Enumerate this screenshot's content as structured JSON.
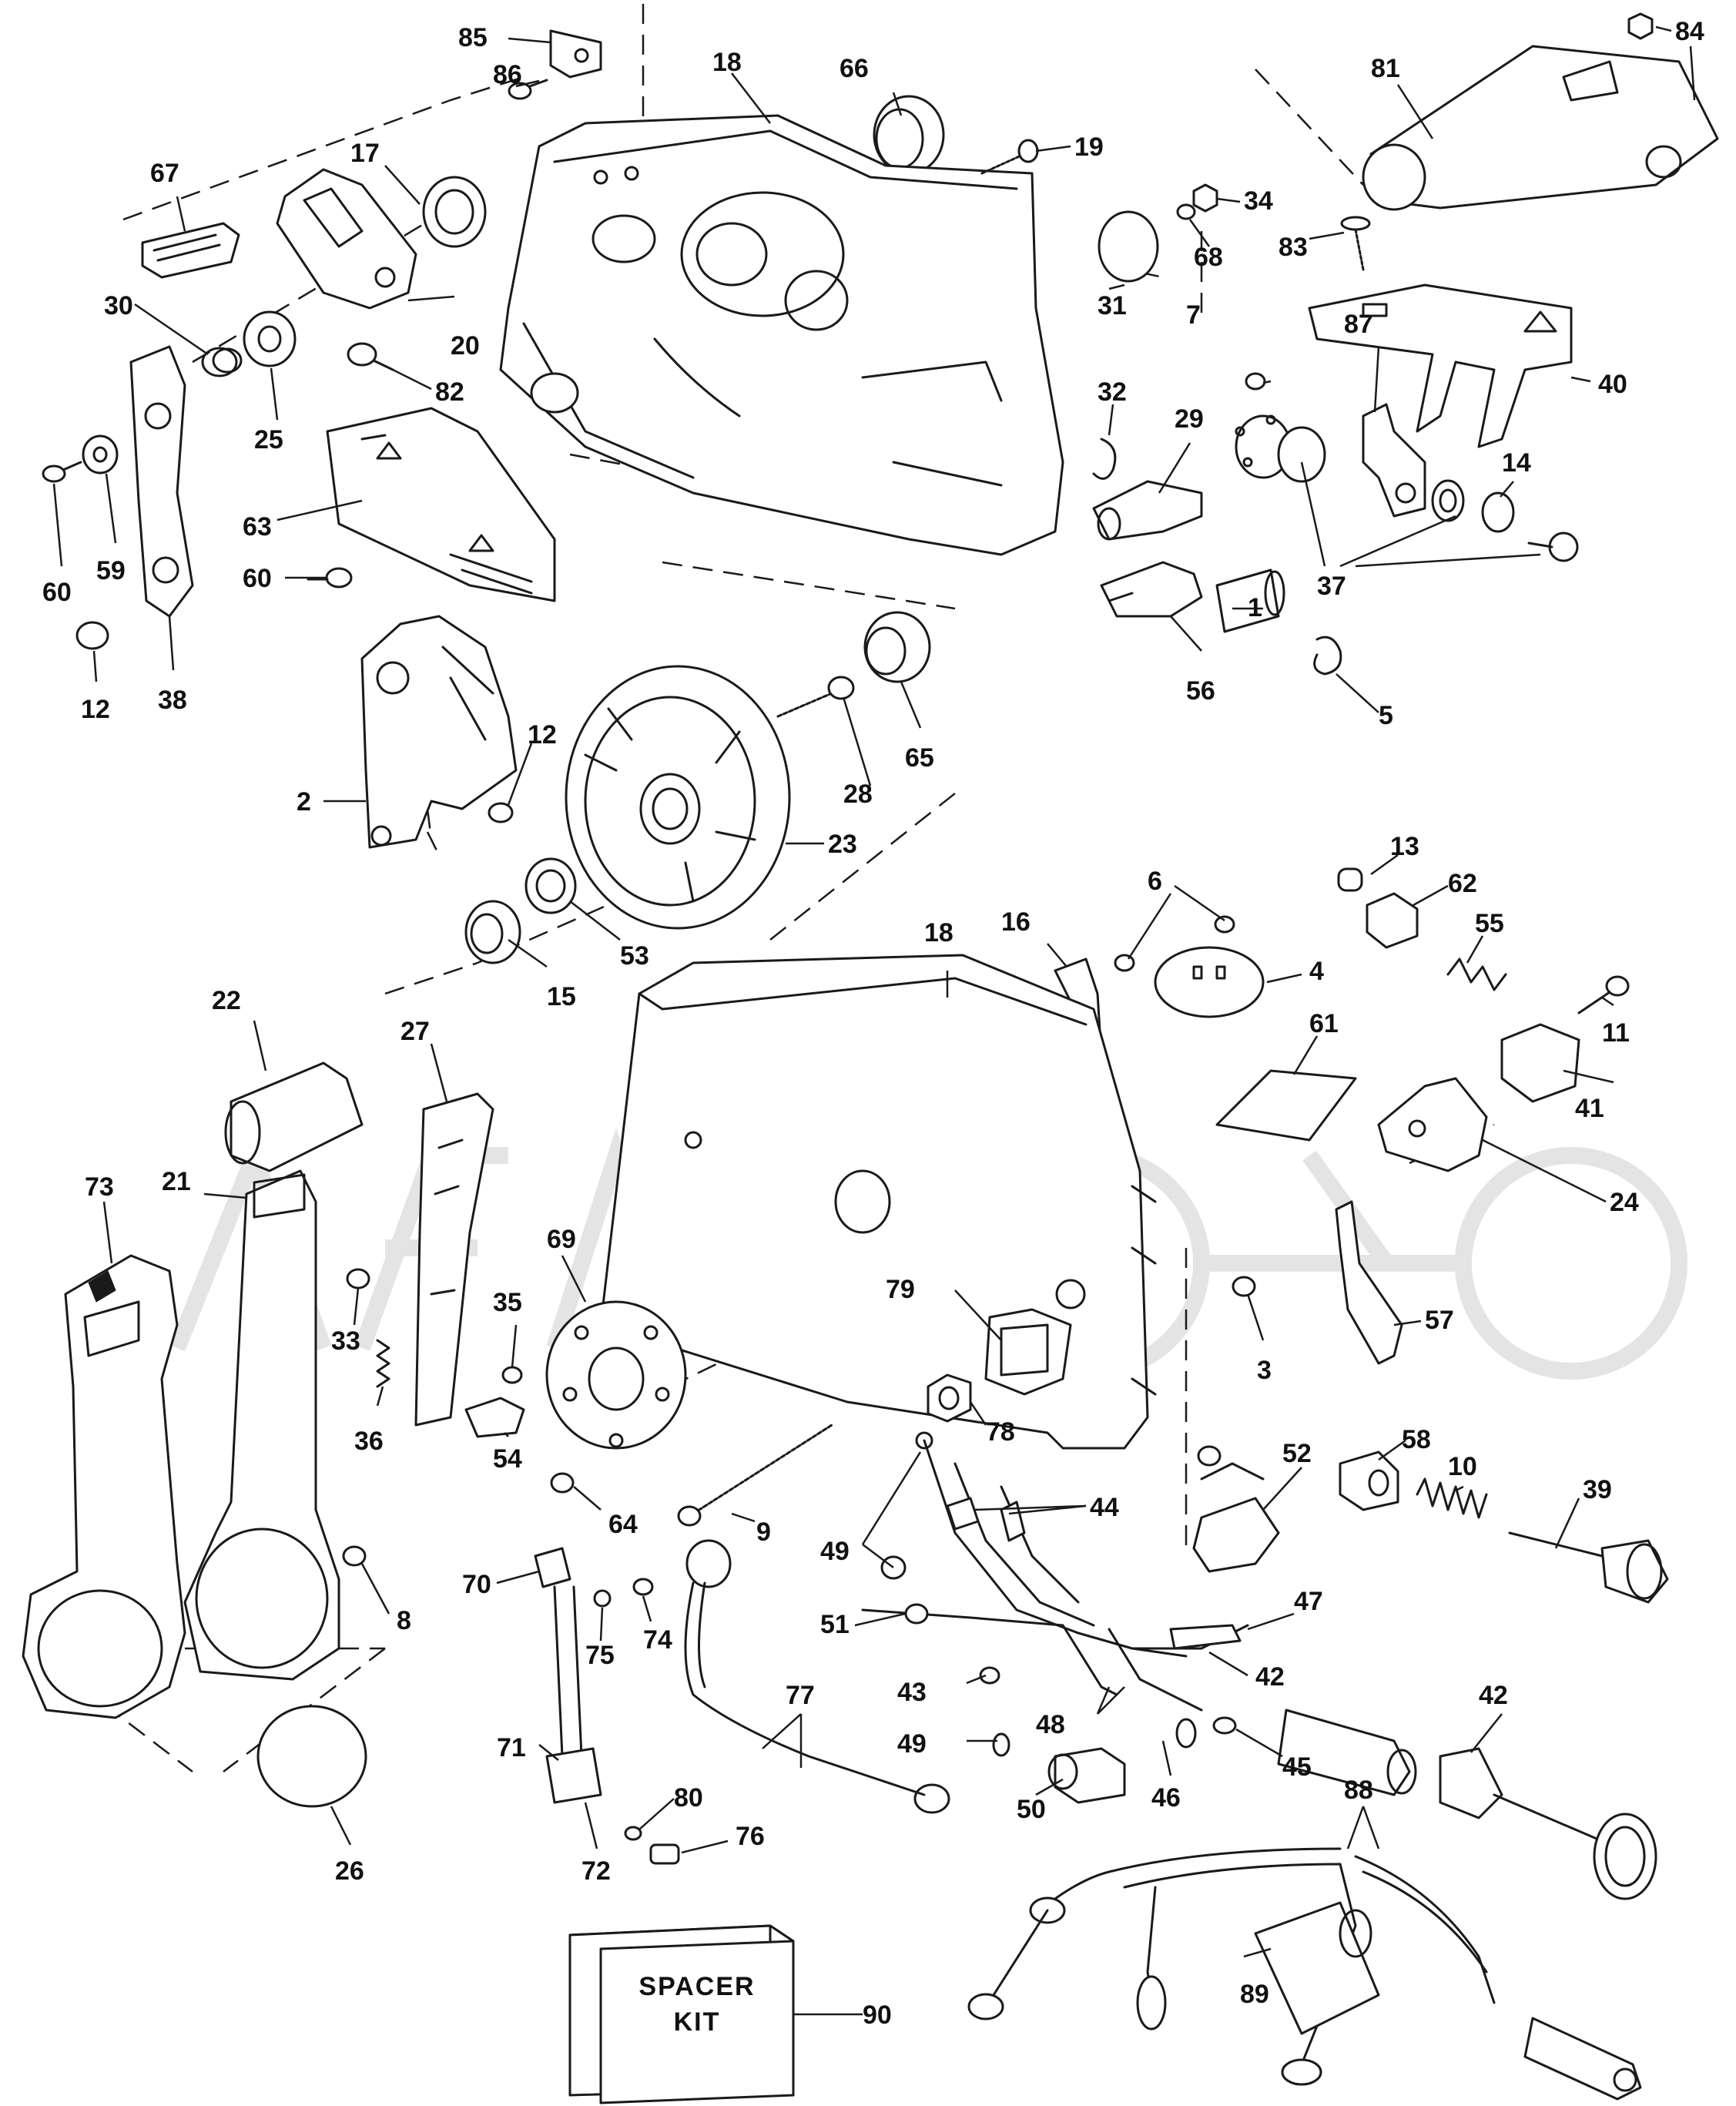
{
  "diagram": {
    "spacer_kit_line1": "SPACER",
    "spacer_kit_line2": "KIT",
    "callouts": [
      {
        "id": "c85",
        "text": "85"
      },
      {
        "id": "c86",
        "text": "86"
      },
      {
        "id": "c18a",
        "text": "18"
      },
      {
        "id": "c66",
        "text": "66"
      },
      {
        "id": "c19",
        "text": "19"
      },
      {
        "id": "c81",
        "text": "81"
      },
      {
        "id": "c84",
        "text": "84"
      },
      {
        "id": "c67",
        "text": "67"
      },
      {
        "id": "c17",
        "text": "17"
      },
      {
        "id": "c34",
        "text": "34"
      },
      {
        "id": "c68",
        "text": "68"
      },
      {
        "id": "c83",
        "text": "83"
      },
      {
        "id": "c30",
        "text": "30"
      },
      {
        "id": "c20",
        "text": "20"
      },
      {
        "id": "c31",
        "text": "31"
      },
      {
        "id": "c7",
        "text": "7"
      },
      {
        "id": "c87",
        "text": "87"
      },
      {
        "id": "c40",
        "text": "40"
      },
      {
        "id": "c25",
        "text": "25"
      },
      {
        "id": "c82",
        "text": "82"
      },
      {
        "id": "c32",
        "text": "32"
      },
      {
        "id": "c29",
        "text": "29"
      },
      {
        "id": "c14",
        "text": "14"
      },
      {
        "id": "c63",
        "text": "63"
      },
      {
        "id": "c59",
        "text": "59"
      },
      {
        "id": "c60a",
        "text": "60"
      },
      {
        "id": "c60b",
        "text": "60"
      },
      {
        "id": "c1",
        "text": "1"
      },
      {
        "id": "c37",
        "text": "37"
      },
      {
        "id": "c12a",
        "text": "12"
      },
      {
        "id": "c38",
        "text": "38"
      },
      {
        "id": "c56",
        "text": "56"
      },
      {
        "id": "c5",
        "text": "5"
      },
      {
        "id": "c65",
        "text": "65"
      },
      {
        "id": "c28",
        "text": "28"
      },
      {
        "id": "c12b",
        "text": "12"
      },
      {
        "id": "c2",
        "text": "2"
      },
      {
        "id": "c23",
        "text": "23"
      },
      {
        "id": "c13",
        "text": "13"
      },
      {
        "id": "c62",
        "text": "62"
      },
      {
        "id": "c6",
        "text": "6"
      },
      {
        "id": "c55",
        "text": "55"
      },
      {
        "id": "c53",
        "text": "53"
      },
      {
        "id": "c16",
        "text": "16"
      },
      {
        "id": "c4",
        "text": "4"
      },
      {
        "id": "c15",
        "text": "15"
      },
      {
        "id": "c18b",
        "text": "18"
      },
      {
        "id": "c22",
        "text": "22"
      },
      {
        "id": "c27",
        "text": "27"
      },
      {
        "id": "c61",
        "text": "61"
      },
      {
        "id": "c11",
        "text": "11"
      },
      {
        "id": "c41",
        "text": "41"
      },
      {
        "id": "c24",
        "text": "24"
      },
      {
        "id": "c73",
        "text": "73"
      },
      {
        "id": "c21",
        "text": "21"
      },
      {
        "id": "c69",
        "text": "69"
      },
      {
        "id": "c79",
        "text": "79"
      },
      {
        "id": "c33",
        "text": "33"
      },
      {
        "id": "c35",
        "text": "35"
      },
      {
        "id": "c3",
        "text": "3"
      },
      {
        "id": "c57",
        "text": "57"
      },
      {
        "id": "c36",
        "text": "36"
      },
      {
        "id": "c78",
        "text": "78"
      },
      {
        "id": "c54",
        "text": "54"
      },
      {
        "id": "c58",
        "text": "58"
      },
      {
        "id": "c52",
        "text": "52"
      },
      {
        "id": "c64",
        "text": "64"
      },
      {
        "id": "c10",
        "text": "10"
      },
      {
        "id": "c39",
        "text": "39"
      },
      {
        "id": "c9",
        "text": "9"
      },
      {
        "id": "c44",
        "text": "44"
      },
      {
        "id": "c49a",
        "text": "49"
      },
      {
        "id": "c8",
        "text": "8"
      },
      {
        "id": "c70",
        "text": "70"
      },
      {
        "id": "c47",
        "text": "47"
      },
      {
        "id": "c51",
        "text": "51"
      },
      {
        "id": "c74",
        "text": "74"
      },
      {
        "id": "c75",
        "text": "75"
      },
      {
        "id": "c42a",
        "text": "42"
      },
      {
        "id": "c43",
        "text": "43"
      },
      {
        "id": "c42b",
        "text": "42"
      },
      {
        "id": "c77",
        "text": "77"
      },
      {
        "id": "c48",
        "text": "48"
      },
      {
        "id": "c45",
        "text": "45"
      },
      {
        "id": "c49b",
        "text": "49"
      },
      {
        "id": "c71",
        "text": "71"
      },
      {
        "id": "c46",
        "text": "46"
      },
      {
        "id": "c88",
        "text": "88"
      },
      {
        "id": "c80",
        "text": "80"
      },
      {
        "id": "c50",
        "text": "50"
      },
      {
        "id": "c72",
        "text": "72"
      },
      {
        "id": "c76",
        "text": "76"
      },
      {
        "id": "c26",
        "text": "26"
      },
      {
        "id": "c89",
        "text": "89"
      },
      {
        "id": "c90",
        "text": "90"
      }
    ]
  }
}
